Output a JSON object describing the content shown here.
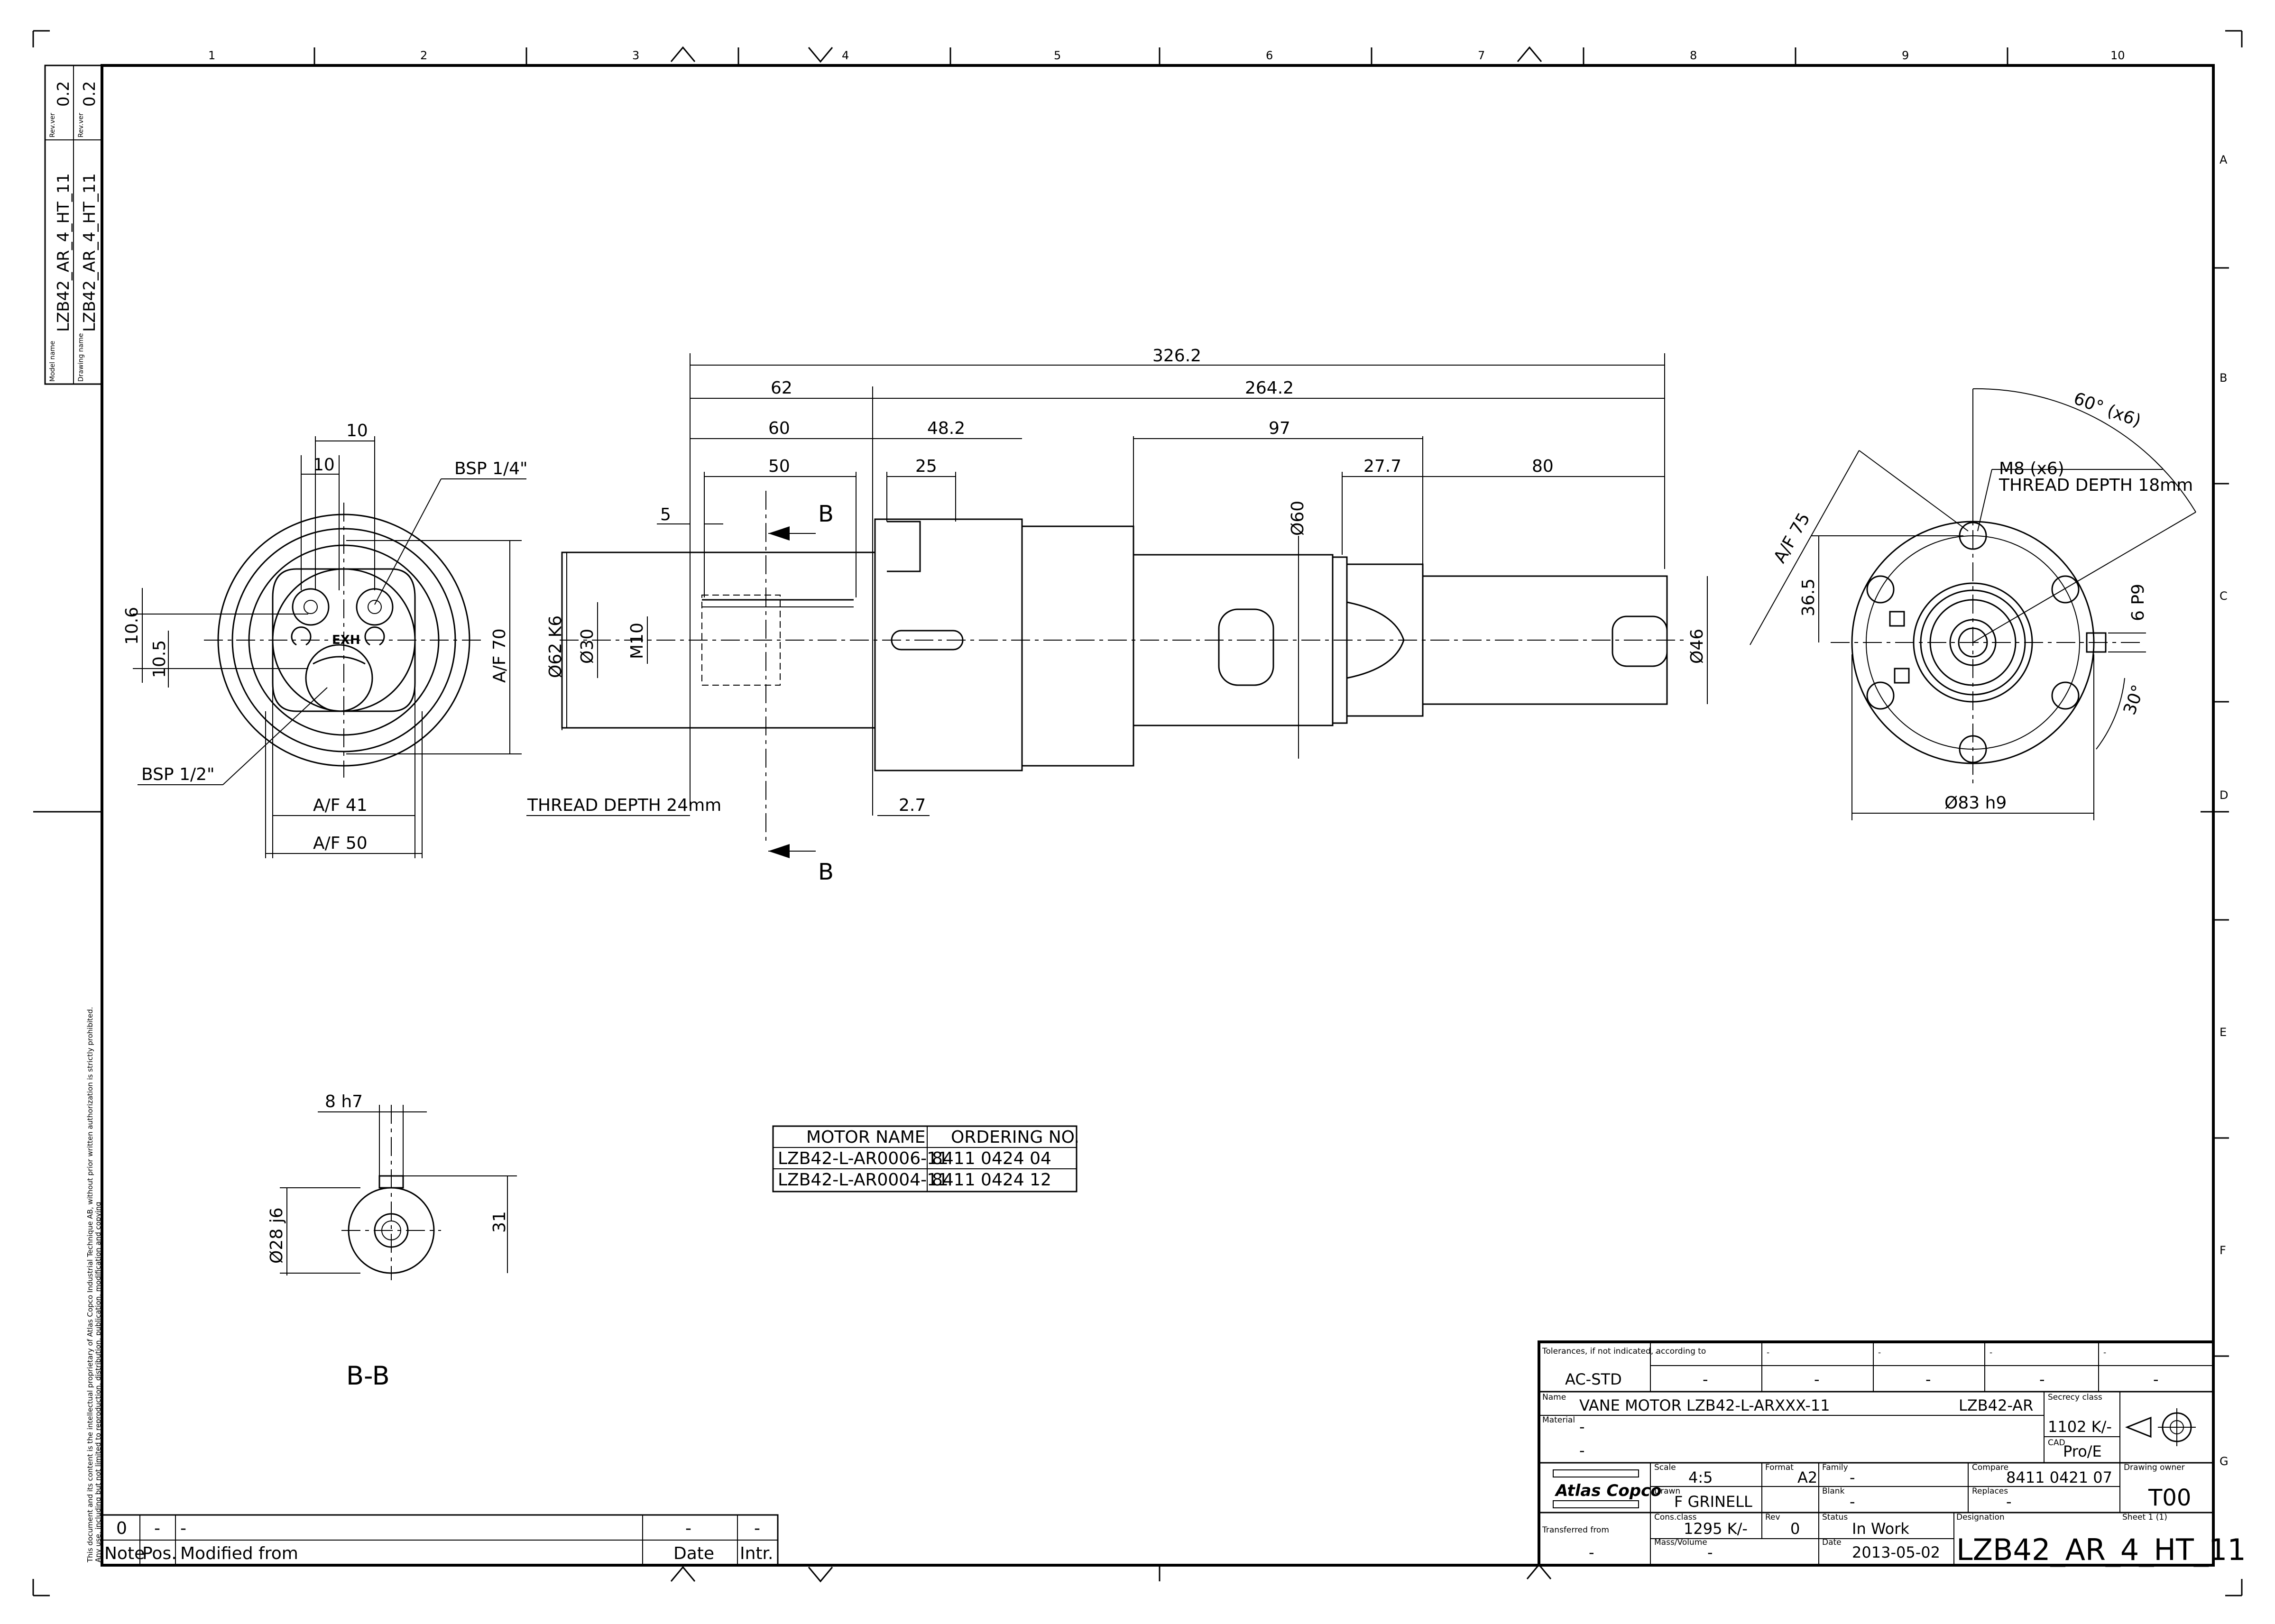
{
  "frame": {
    "columns": [
      "1",
      "2",
      "3",
      "4",
      "5",
      "6",
      "7",
      "8",
      "9",
      "10"
    ],
    "rows": [
      "A",
      "B",
      "C",
      "D",
      "E",
      "F",
      "G"
    ]
  },
  "side_label": {
    "model_name_label": "Model name",
    "model_name": "LZB42_AR_4_HT_11",
    "drawing_name_label": "Drawing name",
    "drawing_name": "LZB42_AR_4_HT_11",
    "rev_label": "Rev.ver",
    "rev1": "0.2",
    "rev2": "0.2"
  },
  "copyright": {
    "line1": "This document and its content is the intellectual proprietary of Atlas Copco Industrial Technique AB, without prior written authorization is strictly prohibited.",
    "line2": "Any use, including but not limited to reproduction, distribution, publication, modification and copying"
  },
  "end_view": {
    "dim_10_top": "10",
    "dim_10_inner": "10",
    "bsp_quarter": "BSP 1/4\"",
    "dim_10_6": "10.6",
    "dim_10_5": "10.5",
    "af_70": "A/F 70",
    "exh": "EXH",
    "bsp_half": "BSP 1/2\"",
    "af_41": "A/F 41",
    "af_50": "A/F 50"
  },
  "side_view": {
    "d_326": "326.2",
    "d_62": "62",
    "d_264": "264.2",
    "d_60": "60",
    "d_48": "48.2",
    "d_97": "97",
    "d_50": "50",
    "d_25": "25",
    "d_27": "27.7",
    "d_80": "80",
    "d_5": "5",
    "section_b": "B",
    "d_phi60": "Ø60",
    "d_phi62": "Ø62 K6",
    "d_phi30": "Ø30",
    "d_m10": "M10",
    "d_phi46": "Ø46",
    "thread_depth": "THREAD DEPTH 24mm",
    "d_2_7": "2.7"
  },
  "flange_view": {
    "angle_60": "60° (x6)",
    "m8": "M8 (x6)",
    "thread_depth": "THREAD DEPTH 18mm",
    "af_75": "A/F 75",
    "d_36_5": "36.5",
    "d_6p9": "6 P9",
    "angle_30": "30°",
    "d_83": "Ø83 h9"
  },
  "section_view": {
    "d_8h7": "8 h7",
    "d_phi28": "Ø28 j6",
    "d_31": "31",
    "title": "B-B"
  },
  "ordering_table": {
    "headers": [
      "MOTOR NAME",
      "ORDERING NO."
    ],
    "rows": [
      [
        "LZB42-L-AR0006-11",
        "8411 0424 04"
      ],
      [
        "LZB42-L-AR0004-11",
        "8411 0424 12"
      ]
    ]
  },
  "revision_table": {
    "row": [
      "0",
      "-",
      "-",
      "-",
      "-"
    ],
    "headers": [
      "Note",
      "Pos.",
      "Modified from",
      "Date",
      "Intr."
    ]
  },
  "title_block": {
    "tolerances_label": "Tolerances, if not indicated, according to",
    "tolerances_value": "AC-STD",
    "tol_cells": [
      "-",
      "-",
      "-",
      "-",
      "-"
    ],
    "tol_values": [
      "-",
      "-",
      "-",
      "-",
      "-"
    ],
    "name_label": "Name",
    "name_value": "VANE MOTOR LZB42-L-ARXXX-11",
    "name_code": "LZB42-AR",
    "secrecy_label": "Secrecy class",
    "secrecy_value": "1102 K/-",
    "material_label": "Material",
    "material_value": "-",
    "material_value2": "-",
    "cad_label": "CAD",
    "cad_value": "Pro/E",
    "logo": "Atlas Copco",
    "scale_label": "Scale",
    "scale_value": "4:5",
    "format_label": "Format",
    "format_value": "A2",
    "family_label": "Family",
    "family_value": "-",
    "compare_label": "Compare",
    "compare_value": "8411 0421 07",
    "owner_label": "Drawing owner",
    "owner_value": "T00",
    "drawn_label": "Drawn",
    "drawn_value": "F GRINELL",
    "blank_label": "Blank",
    "blank_value": "-",
    "replaces_label": "Replaces",
    "replaces_value": "-",
    "transferred_label": "Transferred from",
    "transferred_value": "-",
    "consclass_label": "Cons.class",
    "consclass_value": "1295 K/-",
    "rev_label": "Rev",
    "rev_value": "0",
    "status_label": "Status",
    "status_value": "In Work",
    "designation_label": "Designation",
    "sheet_label": "Sheet 1 (1)",
    "mass_label": "Mass/Volume",
    "mass_value": "-",
    "date_label": "Date",
    "date_value": "2013-05-02",
    "designation_value": "LZB42_AR_4_HT_11"
  }
}
